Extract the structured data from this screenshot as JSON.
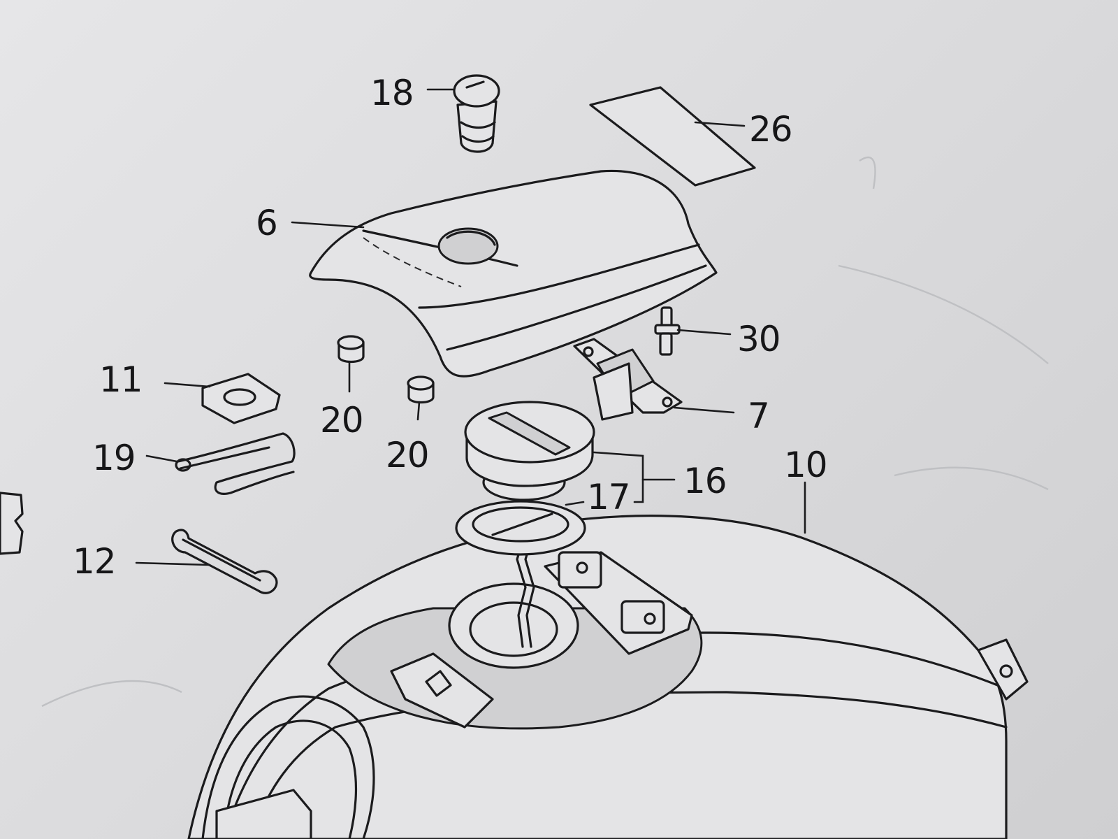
{
  "diagram": {
    "callouts": [
      {
        "id": "18",
        "label": "18",
        "part": "key-lock-cylinder"
      },
      {
        "id": "26",
        "label": "26",
        "part": "label-plate"
      },
      {
        "id": "6",
        "label": "6",
        "part": "tank-cover"
      },
      {
        "id": "30",
        "label": "30",
        "part": "screw-pin"
      },
      {
        "id": "11",
        "label": "11",
        "part": "washer-plate"
      },
      {
        "id": "20a",
        "label": "20",
        "part": "grommet"
      },
      {
        "id": "20b",
        "label": "20",
        "part": "grommet"
      },
      {
        "id": "7",
        "label": "7",
        "part": "hinge-bracket"
      },
      {
        "id": "19",
        "label": "19",
        "part": "wire-clip"
      },
      {
        "id": "16",
        "label": "16",
        "part": "fuel-cap-assembly"
      },
      {
        "id": "17",
        "label": "17",
        "part": "cap-gasket"
      },
      {
        "id": "10",
        "label": "10",
        "part": "fuel-tank"
      },
      {
        "id": "12",
        "label": "12",
        "part": "retainer-spring"
      }
    ]
  }
}
